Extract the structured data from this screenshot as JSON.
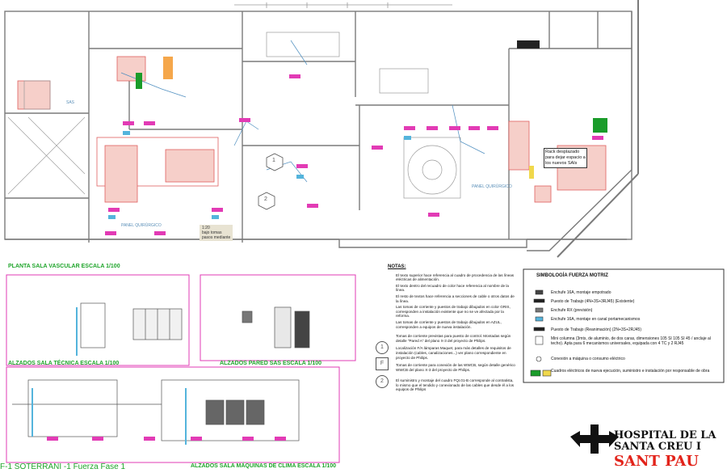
{
  "plan_titles": {
    "planta_sala_vascular": "PLANTA SALA VASCULAR ESCALA 1/100",
    "alzados_sala_tecnica": "ALZADOS SALA TÉCNICA ESCALA 1/100",
    "alzados_pared_sas": "ALZADOS PARED SAS ESCALA 1/100",
    "alzados_maquinas_clima": "ALZADOS SALA MÁQUINAS DE CLIMA ESCALA 1/100",
    "sheet_title": "F-1 SOTERRANI -1 Fuerza Fase 1"
  },
  "plan_labels": {
    "panel_quirurgico_1": "PANEL QUIRÚRGICO",
    "panel_quirurgico_2": "PANEL QUIRÚRGICO",
    "rack_note_1": "Rack desplazado",
    "rack_note_2": "para dejar espacio a",
    "rack_note_3": "los nuevos SAIs",
    "scale_note": "1:20",
    "bajo_tomas_1": "bajo tomas",
    "bajo_tomas_2": "pasos mediante",
    "callout_1": "1",
    "callout_2": "2",
    "sas": "SAS"
  },
  "notes": {
    "heading": "NOTAS:",
    "items": [
      "El texto superior hace referencia al cuadro de procedencia de las líneas eléctricas de alimentación.",
      "El texto dentro del recuadro de color hace referencia al nombre de la línea.",
      "El resto de textos hace referencia a secciones de cable o otros datos de la línea.",
      "Las tomas de corriente y puestos de trabajo dibujados en color GRIS, corresponden a instalación existente que no se ve afectada por la reforma.",
      "Las tomas de corriente y puestos de trabajo dibujados en AZUL, corresponden a equipos de nueva instalación.",
      "Tomas de corriente previstas para puesto de control. Montadas según detalle \"Pared A\" del plano X-3 del proyecto de Philips.",
      "Localización F/A lámparas Maquet, para más detalles de requisitos de instalación (cables, canalizaciones...) ver plano correspondiente en proyecto de Philips.",
      "Tomas de corriente para conexión de las WWCB, según detalle genérico WWCB del plano X-3 del proyecto de Philips.",
      "El suministro y montaje del cuadro FQI.01-B corresponde al contratista, lo mismo que el tendido y conexionado de las cables que desde él a los equipos de Philips"
    ],
    "symbol_F": "F",
    "symbol_1": "1",
    "symbol_2": "2"
  },
  "legend": {
    "title": "SIMBOLOGÍA FUERZA MOTRIZ",
    "items": [
      "Enchufe 16A, montaje empotrado",
      "Puesto de Trabajo (4N+3S+3RJ45) (Existente)",
      "Enchufe RX (previsión)",
      "Enchufe 16A, montaje en canal portamecanismos",
      "Puesto de Trabajo (Reanimación) (2N+3S+2RJ45)",
      "Mini columna (3mts, de aluminio, de dos caras, dimensiones 105 SI 105 SI 45 / anclaje al techo). Apta para 6 mecanismos universales, equipada con 4 TC y 2 RJ45",
      "Conexión a máquina o consumo eléctrico",
      "Cuadros eléctricos de nueva ejecución, suministro e instalación por responsable de obra"
    ]
  },
  "hospital": {
    "line1": "HOSPITAL DE LA",
    "line2": "SANTA CREU I",
    "line3": "SANT PAU"
  },
  "colors": {
    "wall": "#7a7a7a",
    "tag_pink": "#e23bb5",
    "tag_blue": "#54b4dc",
    "title_green": "#1fa52b",
    "equipment_red": "#e06060",
    "equipment_green": "#1a9c2a",
    "hospital_red": "#e2231a"
  }
}
